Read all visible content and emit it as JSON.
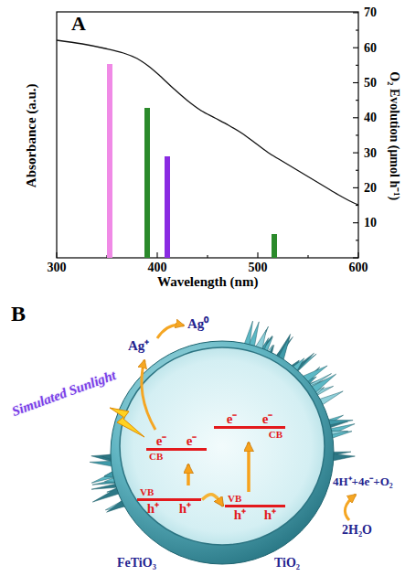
{
  "diagram": {
    "nodes": [
      {
        "text": [
          "e⁻",
          "e⁻",
          "CB"
        ]
      },
      {
        "text": [
          "e⁻",
          "e⁻",
          "CB"
        ]
      },
      {
        "text": [
          "VB",
          "h⁺",
          "h⁺"
        ]
      },
      {
        "text": [
          "VB",
          "h⁺",
          "h⁺"
        ]
      }
    ],
    "edges": [
      {
        "from": 2,
        "to": 0,
        "arrow": "to"
      },
      {
        "from": 3,
        "to": 1,
        "arrow": "to"
      },
      {
        "from": 2,
        "to": 3,
        "arrow": "to"
      }
    ],
    "labels": [
      "A",
      "Absorbance (a.u.)",
      "O₂ Evolution (μmol h⁻¹)",
      "Wavelength (nm)",
      "300",
      "400",
      "500",
      "600",
      "10",
      "20",
      "30",
      "40",
      "50",
      "60",
      "70",
      "B",
      "Ag⁰",
      "Ag⁺",
      "Simulated Sunlight",
      "4H⁺+4e⁻+O₂",
      "2H₂O",
      "FeTiO₃",
      "TiO₂"
    ]
  }
}
